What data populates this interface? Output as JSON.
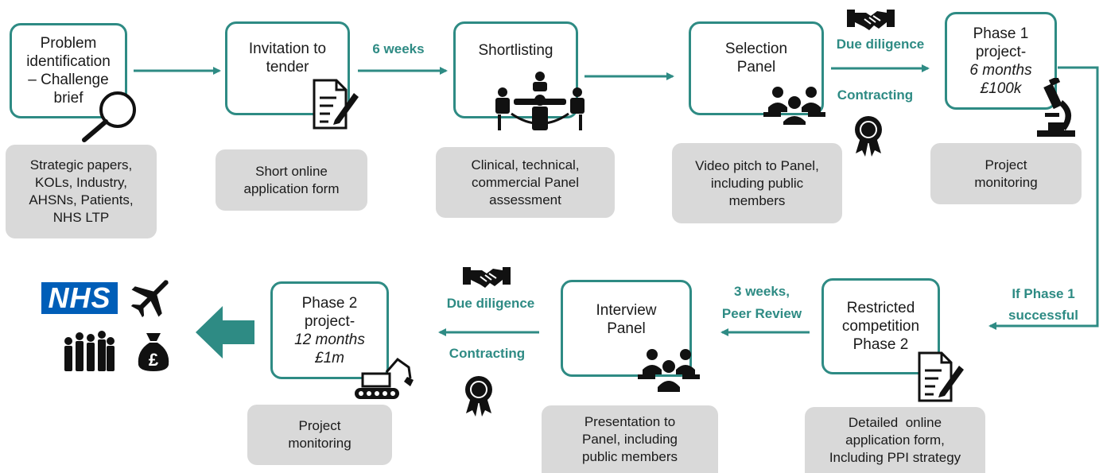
{
  "stages": {
    "problem": {
      "lines": [
        "Problem",
        "identification",
        "– Challenge",
        "brief"
      ]
    },
    "invitation": {
      "lines": [
        "Invitation to",
        "tender"
      ]
    },
    "shortlisting": {
      "lines": [
        "Shortlisting"
      ]
    },
    "selection": {
      "lines": [
        "Selection",
        "Panel"
      ]
    },
    "phase1": {
      "lines": [
        "Phase 1",
        "project-",
        "6 months",
        "£100k"
      ]
    },
    "restricted": {
      "lines": [
        "Restricted",
        "competition",
        "Phase 2"
      ]
    },
    "interview": {
      "lines": [
        "Interview",
        "Panel"
      ]
    },
    "phase2": {
      "lines": [
        "Phase 2",
        "project-",
        "12 months",
        "£1m"
      ]
    }
  },
  "notes": {
    "problem": [
      "Strategic papers,",
      "KOLs, Industry,",
      "AHSNs, Patients,",
      "NHS LTP"
    ],
    "invitation": [
      "Short online",
      "application form"
    ],
    "shortlisting": [
      "Clinical, technical,",
      "commercial Panel",
      "assessment"
    ],
    "selection": [
      "Video pitch to Panel,",
      "including public",
      "members"
    ],
    "phase1": [
      "Project",
      "monitoring"
    ],
    "restricted": [
      "Detailed  online",
      "application form,",
      "Including PPI strategy"
    ],
    "interview": [
      "Presentation to",
      "Panel, including",
      "public members"
    ],
    "phase2": [
      "Project",
      "monitoring"
    ]
  },
  "labels": {
    "six_weeks": "6 weeks",
    "due_diligence_top": "Due diligence",
    "contracting_top": "Contracting",
    "if_phase1": [
      "If Phase 1",
      "successful"
    ],
    "three_weeks": [
      "3 weeks,",
      "Peer Review"
    ],
    "due_diligence_bottom": "Due diligence",
    "contracting_bottom": "Contracting"
  },
  "outcome": {
    "nhs_logo": "NHS",
    "icons": [
      "airplane-icon",
      "people-group-icon",
      "money-bag-icon"
    ]
  },
  "colors": {
    "teal": "#2e8b84",
    "note_gray": "#d9d9d9",
    "nhs_blue": "#005eb8",
    "icon": "#111111"
  }
}
